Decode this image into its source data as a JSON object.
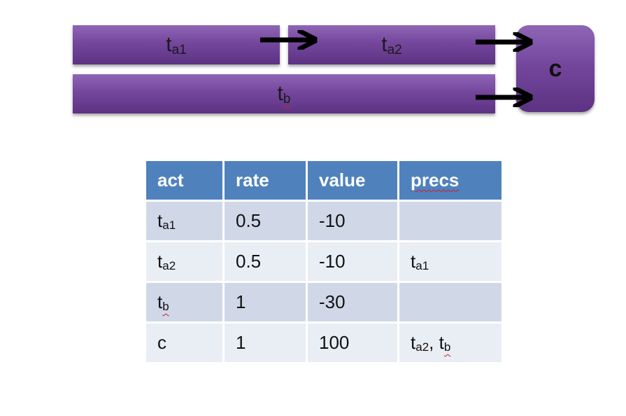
{
  "diagram": {
    "bars": [
      {
        "id": "ta1",
        "base": "t",
        "sub": "a1"
      },
      {
        "id": "ta2",
        "base": "t",
        "sub": "a2"
      },
      {
        "id": "tb",
        "base": "t",
        "sub": "b"
      }
    ],
    "target": {
      "label": "c"
    },
    "colors": {
      "bar": "#74479d",
      "arrow": "#000000"
    }
  },
  "table": {
    "headers": [
      "act",
      "rate",
      "value",
      "precs"
    ],
    "rows": [
      {
        "act": {
          "base": "t",
          "sub": "a1"
        },
        "rate": "0.5",
        "value": "-10",
        "precs": ""
      },
      {
        "act": {
          "base": "t",
          "sub": "a2"
        },
        "rate": "0.5",
        "value": "-10",
        "precs": {
          "p1_base": "t",
          "p1_sub": "a1"
        }
      },
      {
        "act": {
          "base": "t",
          "sub": "b"
        },
        "rate": "1",
        "value": "-30",
        "precs": ""
      },
      {
        "act": {
          "base": "c",
          "sub": ""
        },
        "rate": "1",
        "value": "100",
        "precs": {
          "p1_base": "t",
          "p1_sub": "a2",
          "sep": ",",
          "p2_base": "t",
          "p2_sub": "b"
        }
      }
    ],
    "colors": {
      "header": "#4f81bd",
      "row_odd": "#d0d8e8",
      "row_even": "#e9edf4"
    }
  }
}
